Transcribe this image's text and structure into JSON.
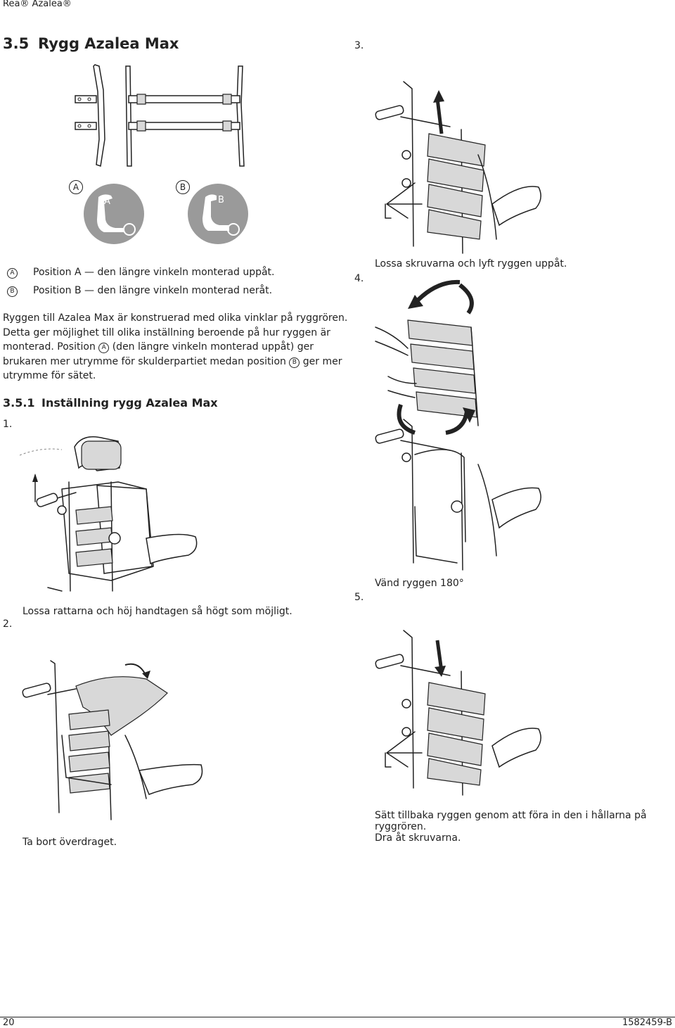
{
  "header": {
    "brand": "Rea® Azalea®"
  },
  "section": {
    "number": "3.5",
    "title": "Rygg Azalea Max"
  },
  "legend": {
    "a_letter": "A",
    "a_text": "Position A — den längre vinkeln monterad uppåt.",
    "b_letter": "B",
    "b_text": "Position B — den längre vinkeln monterad neråt.",
    "icon_a_label": "A",
    "icon_b_label": "B"
  },
  "paragraph": {
    "line1": "Ryggen till Azalea Max är konstruerad med olika vinklar på ryggrören.",
    "line2": "Detta ger möjlighet till olika inställning beroende på hur ryggen är",
    "line3_pre": "monterad. Position",
    "line3_post": "(den längre vinkeln monterad uppåt) ger",
    "line4_pre": "brukaren mer utrymme för skulderpartiet medan position",
    "line4_post": "ger mer",
    "line5": "utrymme för sätet."
  },
  "subsection": {
    "number": "3.5.1",
    "title": "Inställning rygg Azalea Max"
  },
  "steps": {
    "s1": {
      "num": "1.",
      "text": "Lossa rattarna och höj handtagen så högt som möjligt."
    },
    "s2": {
      "num": "2.",
      "text": "Ta bort överdraget."
    },
    "s3": {
      "num": "3."
    },
    "s4": {
      "num": "4.",
      "text": "Lossa skruvarna och lyft ryggen uppåt."
    },
    "s5": {
      "num": "5.",
      "text": "Vänd ryggen 180°"
    },
    "s6": {
      "text_line1": "Sätt tillbaka ryggen genom att föra in den i hållarna på ryggrören.",
      "text_line2": "Dra åt skruvarna."
    }
  },
  "footer": {
    "page": "20",
    "code": "1582459-B"
  }
}
